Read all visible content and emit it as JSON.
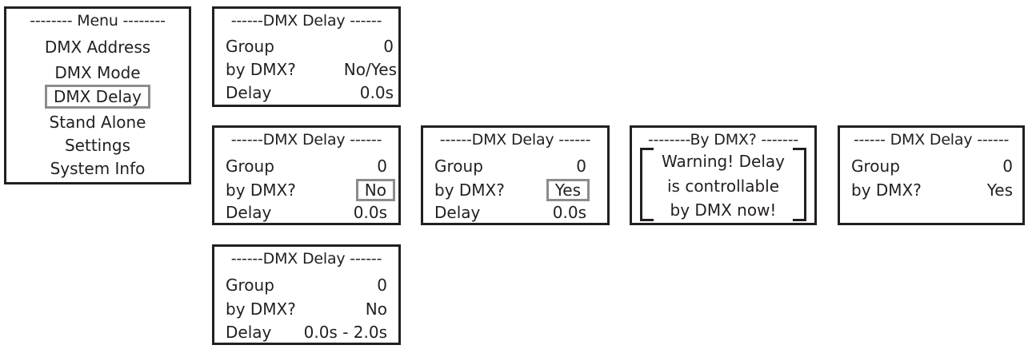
{
  "menu": {
    "header": "-------- Menu --------",
    "items": [
      "DMX Address",
      "DMX Mode",
      "DMX Delay",
      "Stand Alone",
      "Settings",
      "System Info"
    ],
    "selected_index": 2
  },
  "screens": {
    "s1": {
      "header": "------DMX Delay ------",
      "rows": [
        {
          "label": "Group",
          "value": "0"
        },
        {
          "label": "by DMX?",
          "value": "No/Yes"
        },
        {
          "label": "Delay",
          "value": "0.0s"
        }
      ]
    },
    "s2": {
      "header": "------DMX Delay ------",
      "rows": [
        {
          "label": "Group",
          "value": "0"
        },
        {
          "label": "by DMX?",
          "value": "No"
        },
        {
          "label": "Delay",
          "value": "0.0s"
        }
      ]
    },
    "s3": {
      "header": "------DMX Delay ------",
      "rows": [
        {
          "label": "Group",
          "value": "0"
        },
        {
          "label": "by DMX?",
          "value": "Yes"
        },
        {
          "label": "Delay",
          "value": "0.0s"
        }
      ]
    },
    "s4": {
      "header": "--------By DMX? -------",
      "lines": [
        "Warning! Delay",
        "is controllable",
        "by DMX now!"
      ]
    },
    "s5": {
      "header": "------ DMX Delay ------",
      "rows": [
        {
          "label": "Group",
          "value": "0"
        },
        {
          "label": "by DMX?",
          "value": "Yes"
        }
      ]
    },
    "s6": {
      "header": "------DMX Delay ------",
      "rows": [
        {
          "label": "Group",
          "value": "0"
        },
        {
          "label": "by DMX?",
          "value": "No"
        },
        {
          "label": "Delay",
          "value": "0.0s - 2.0s"
        }
      ]
    }
  },
  "colors": {
    "border": "#231f20",
    "highlight": "#8c8c8c"
  }
}
